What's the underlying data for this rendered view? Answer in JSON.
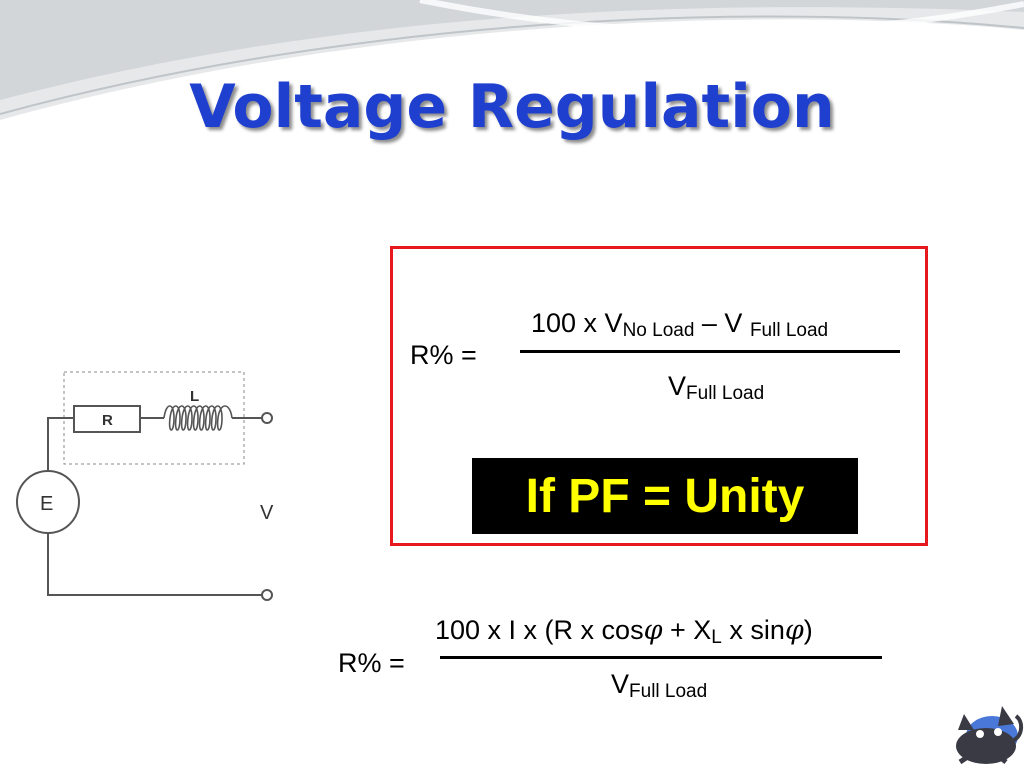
{
  "slide": {
    "title": "Voltage Regulation"
  },
  "circuit": {
    "resistor_label": "R",
    "inductor_label": "L",
    "source_label": "E",
    "voltage_label": "V"
  },
  "formula1": {
    "lhs": "R% =",
    "num_prefix": "100 x V",
    "num_sub1": "No Load",
    "num_mid": " – V ",
    "num_sub2": "Full Load",
    "den_main": "V",
    "den_sub": "Full Load"
  },
  "pf_box": {
    "text": "If PF = Unity"
  },
  "formula2": {
    "lhs": "R% =",
    "num_prefix": "100 x I x (R x cos",
    "num_phi1": "φ",
    "num_mid": " + X",
    "num_sub": "L",
    "num_sin": " x sin",
    "num_phi2": "φ",
    "num_close": ")",
    "den_main": "V",
    "den_sub": "Full Load"
  },
  "colors": {
    "title": "#1f3fcf",
    "box_border": "#e5191d",
    "pf_background": "#000000",
    "pf_text": "#ffff00"
  },
  "icons": {
    "corner_logo": "cat-mascot-icon"
  }
}
